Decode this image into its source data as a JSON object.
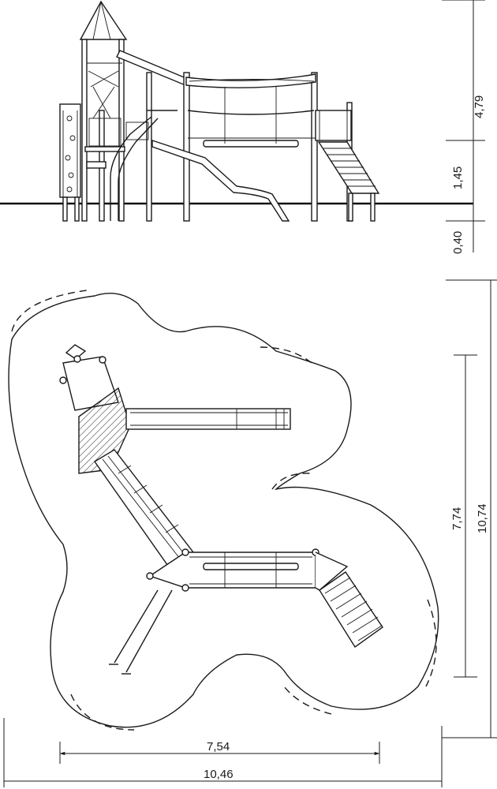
{
  "side_view": {
    "height_total": "4,79",
    "height_platform": "1,45",
    "depth_foundation": "0,40"
  },
  "plan_view": {
    "depth_equipment": "7,74",
    "depth_total": "10,74",
    "width_equipment": "7,54",
    "width_total": "10,46"
  }
}
